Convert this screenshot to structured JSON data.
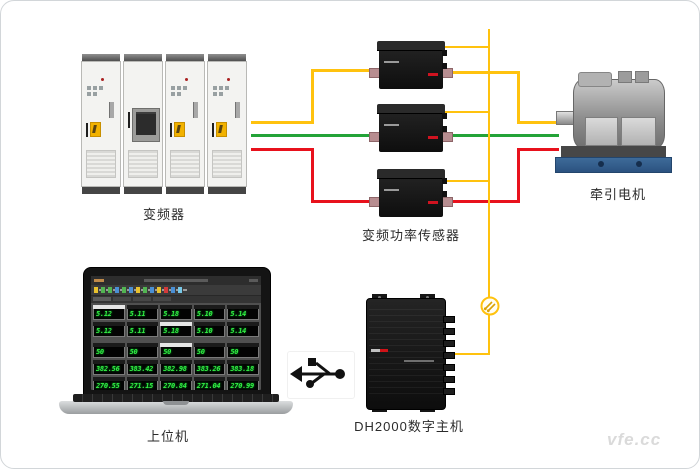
{
  "labels": {
    "inverter": "变频器",
    "power_sensor": "变频功率传感器",
    "traction_motor": "牵引电机",
    "host_pc": "上位机",
    "digital_host": "DH2000数字主机"
  },
  "watermark": "vfe.cc",
  "wire_colors": {
    "phase_yellow": "#FFC20E",
    "phase_green": "#23A338",
    "phase_red": "#E8111C",
    "signal_yellow": "#FFC20E"
  },
  "laptop": {
    "led_color": "#33ee44",
    "screen_rows": [
      {
        "values": [
          "5.12",
          "5.11",
          "5.18",
          "5.10",
          "5.14"
        ]
      },
      {
        "values": [
          "5.12",
          "5.11",
          "5.18",
          "5.10",
          "5.14"
        ]
      },
      {
        "values": [
          "50",
          "50",
          "50",
          "50",
          "50"
        ]
      },
      {
        "values": [
          "382.56",
          "383.42",
          "382.98",
          "383.26",
          "383.18"
        ]
      },
      {
        "values": [
          "270.55",
          "271.15",
          "270.84",
          "271.04",
          "270.99"
        ]
      }
    ],
    "toolbar_icon_colors": [
      "#e8c12e",
      "#52b552",
      "#52b552",
      "#4a8fd4",
      "#52b552",
      "#4a8fd4",
      "#e8c12e",
      "#52b552",
      "#4a8fd4",
      "#e8c12e",
      "#d43a3a",
      "#4a8fd4",
      "#77c8e8"
    ]
  }
}
